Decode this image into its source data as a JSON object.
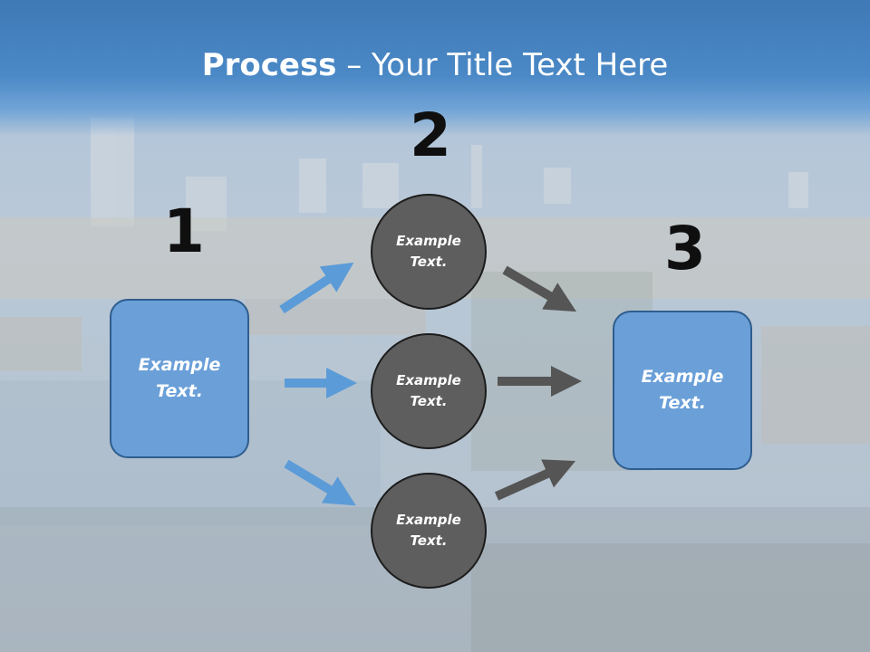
{
  "slide": {
    "title_bold": "Process",
    "title_rest": " – Your Title Text Here"
  },
  "steps": {
    "one": {
      "number": "1",
      "label": "Example\nText."
    },
    "two": {
      "number": "2",
      "circles": [
        {
          "label": "Example\nText."
        },
        {
          "label": "Example\nText."
        },
        {
          "label": "Example\nText."
        }
      ]
    },
    "three": {
      "number": "3",
      "label": "Example\nText."
    }
  },
  "colors": {
    "box_fill": "#6a9fd8",
    "circle_fill": "#5e5e5e",
    "blue_arrow": "#5b9bd8",
    "gray_arrow": "#555555"
  }
}
